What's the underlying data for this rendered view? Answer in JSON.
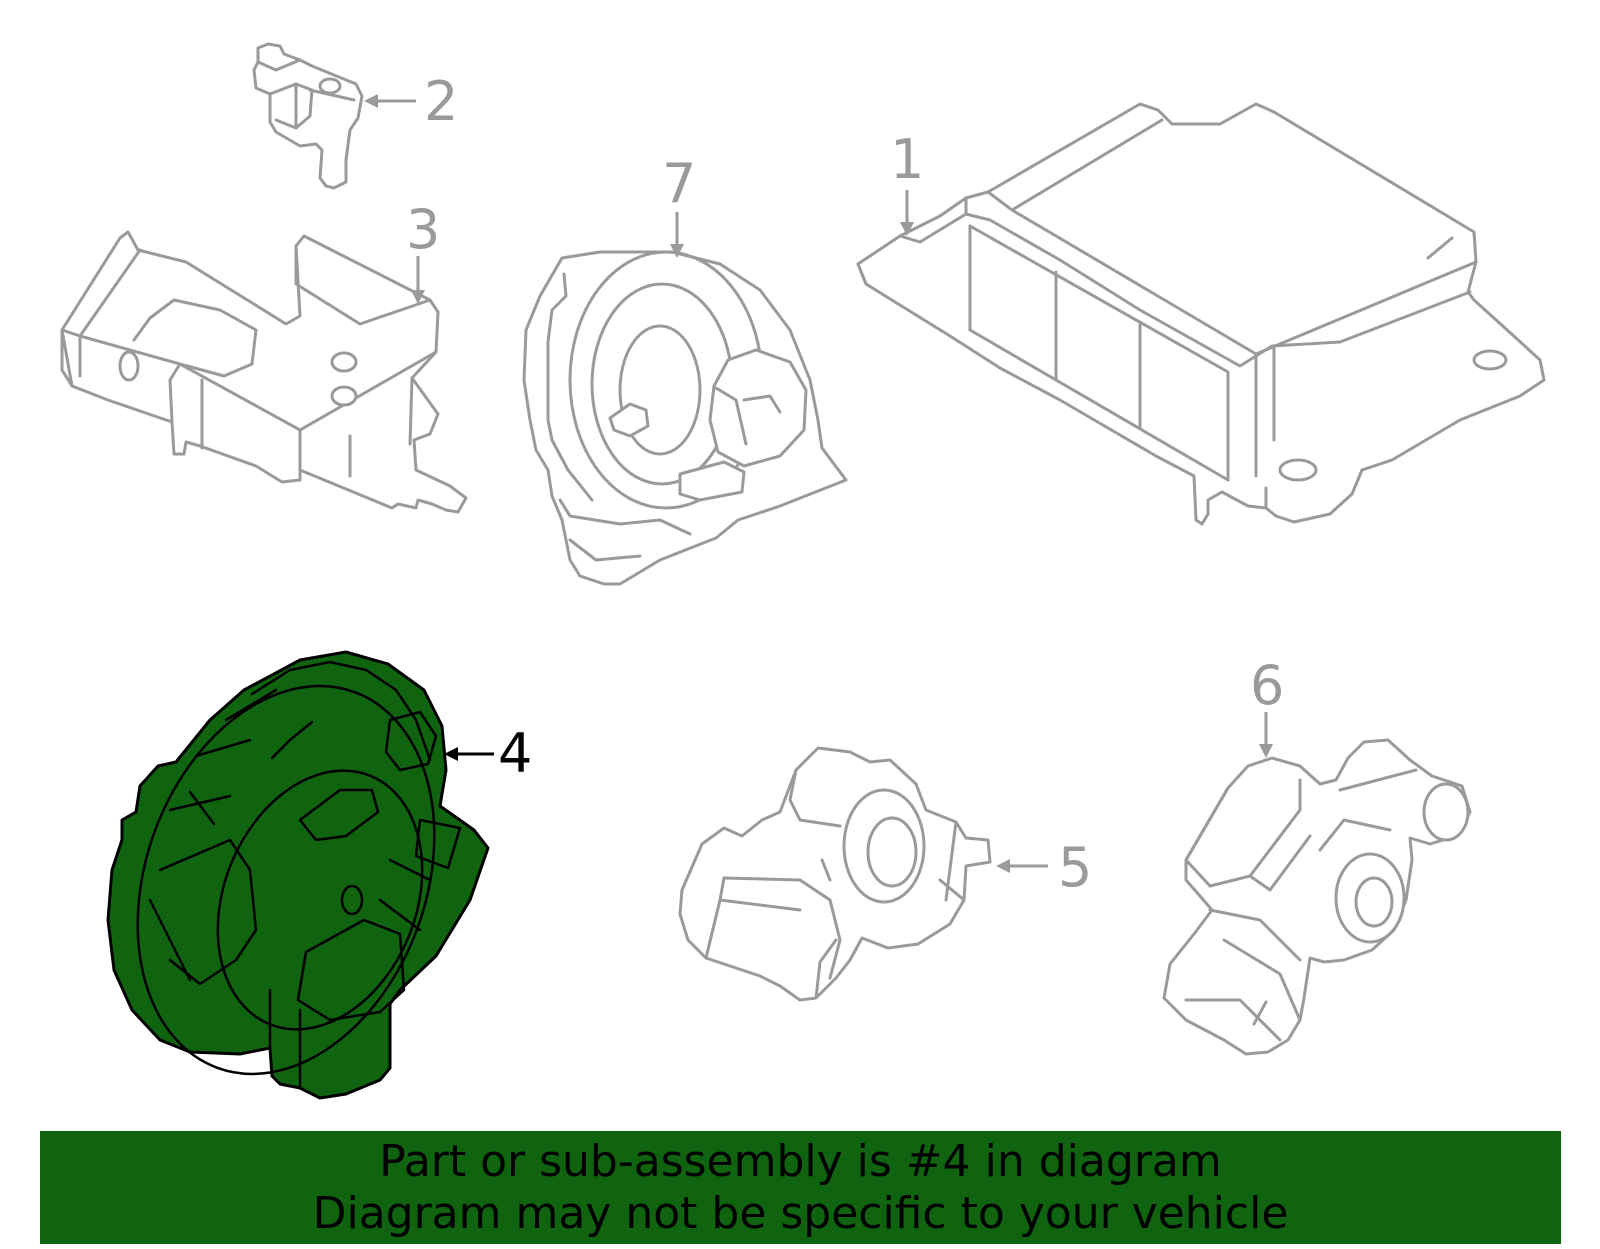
{
  "diagram": {
    "callouts": [
      "1",
      "2",
      "3",
      "4",
      "5",
      "6",
      "7"
    ],
    "selected_callout": "4",
    "colors": {
      "highlight_fill": "#106410",
      "part_outline": "#9a9a9a",
      "highlight_outline": "#000000"
    }
  },
  "banner": {
    "line1": "Part or sub-assembly is #4 in diagram",
    "line2": "Diagram may not be specific to your vehicle",
    "background": "#106410"
  }
}
